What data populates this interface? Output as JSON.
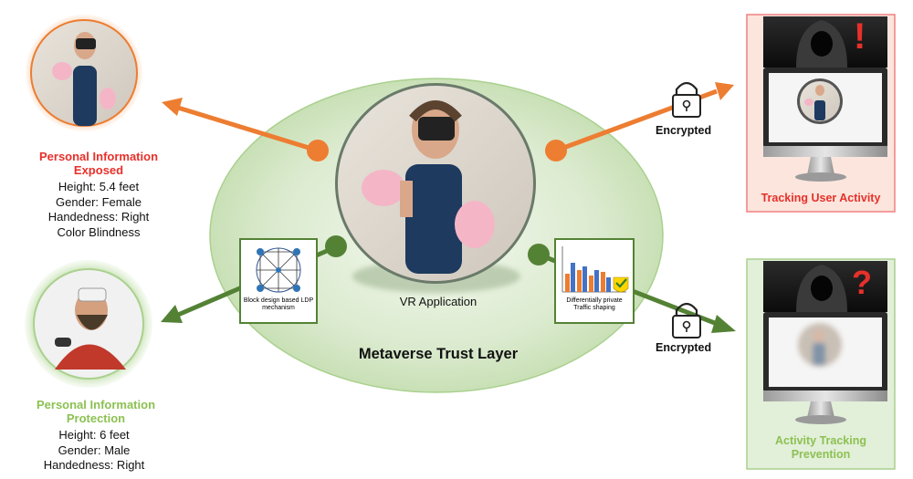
{
  "colors": {
    "orange": "#ed7d31",
    "green": "#548235",
    "ellipse_fill": "#d6e8c8",
    "red_title": "#e8302a",
    "green_title": "#8cc152"
  },
  "center": {
    "trust_layer_label": "Metaverse Trust Layer",
    "vr_app_label": "VR Application"
  },
  "exposed": {
    "title": "Personal Information Exposed",
    "details": [
      "Height: 5.4 feet",
      "Gender: Female",
      "Handedness: Right",
      "Color Blindness"
    ]
  },
  "protected": {
    "title": "Personal Information Protection",
    "details": [
      "Height: 6 feet",
      "Gender: Male",
      "Handedness: Right"
    ]
  },
  "ldp_box": {
    "label": "Block design based LDP mechanism",
    "icon": "block-design-graph-icon"
  },
  "traffic_box": {
    "label": "Differentially private Traffic shaping",
    "icon": "bar-chart-check-icon"
  },
  "encrypted_top": {
    "label": "Encrypted",
    "icon": "padlock-icon"
  },
  "encrypted_bottom": {
    "label": "Encrypted",
    "icon": "padlock-icon"
  },
  "tracking_panel": {
    "label": "Tracking User Activity",
    "alert": "!",
    "icon": "hooded-hacker-icon"
  },
  "prevention_panel": {
    "label": "Activity Tracking Prevention",
    "alert": "?",
    "icon": "hooded-hacker-icon"
  }
}
